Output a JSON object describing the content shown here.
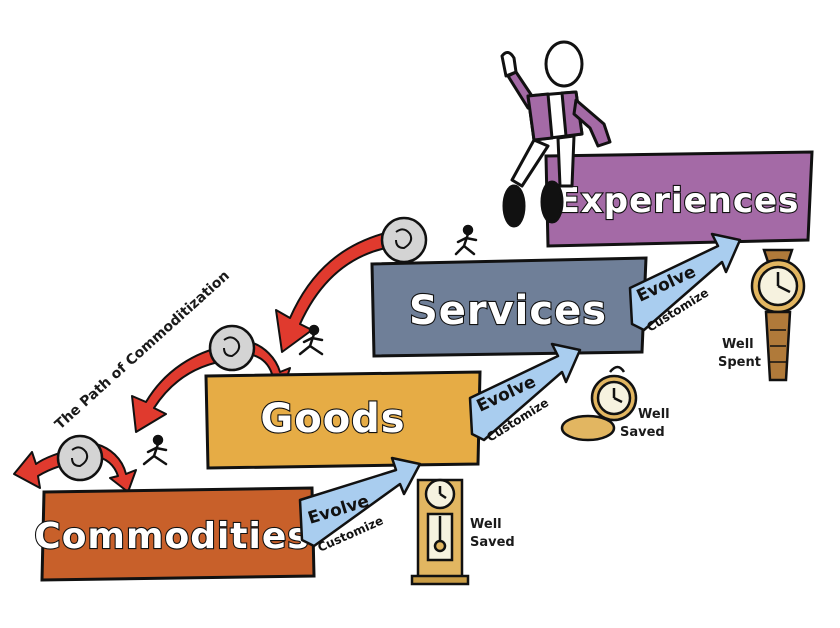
{
  "steps": [
    {
      "label": "Commodities",
      "color": "#c8602a"
    },
    {
      "label": "Goods",
      "color": "#e6ac45"
    },
    {
      "label": "Services",
      "color": "#6f7f98"
    },
    {
      "label": "Experiences",
      "color": "#a46aa6"
    }
  ],
  "evolve_arrows": [
    {
      "top": "Evolve",
      "bottom": "Customize"
    },
    {
      "top": "Evolve",
      "bottom": "Customize"
    },
    {
      "top": "Evolve",
      "bottom": "Customize"
    }
  ],
  "time_labels": [
    {
      "line1": "Well",
      "line2": "Saved"
    },
    {
      "line1": "Well",
      "line2": "Saved"
    },
    {
      "line1": "Well",
      "line2": "Spent"
    }
  ],
  "path_label": "The Path of Commoditization",
  "colors": {
    "evolve_arrow": "#a9cdef",
    "commoditization_arrow": "#e03a2e",
    "outline": "#111111"
  }
}
